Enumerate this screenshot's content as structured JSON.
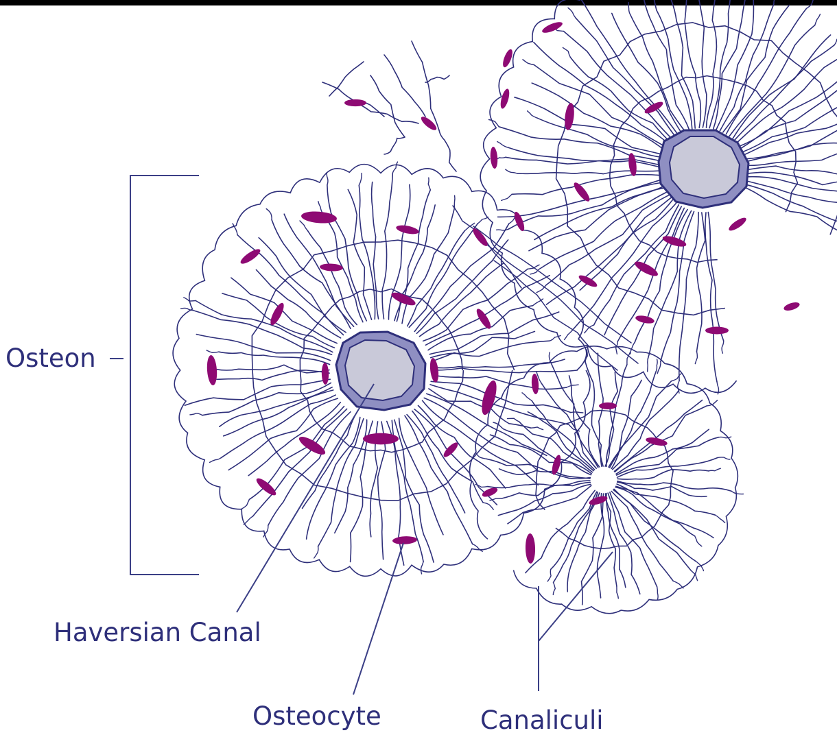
{
  "labels": {
    "osteon": "Osteon",
    "haversian_canal": "Haversian Canal",
    "osteocyte": "Osteocyte",
    "canaliculi": "Canaliculi"
  },
  "colors": {
    "background": "#ffffff",
    "frame": "#000000",
    "canaliculi_line": "#2e2f7a",
    "osteocyte_fill": "#8e0a73",
    "canal_ring": "#8f8fc2",
    "canal_center": "#c9c9d9",
    "label_text": "#2e2f7a",
    "leader_line": "#3b3f86"
  },
  "icons": {
    "osteon": "osteon-cross-section",
    "osteocyte": "osteocyte-lacuna",
    "canal": "haversian-canal-ring"
  }
}
